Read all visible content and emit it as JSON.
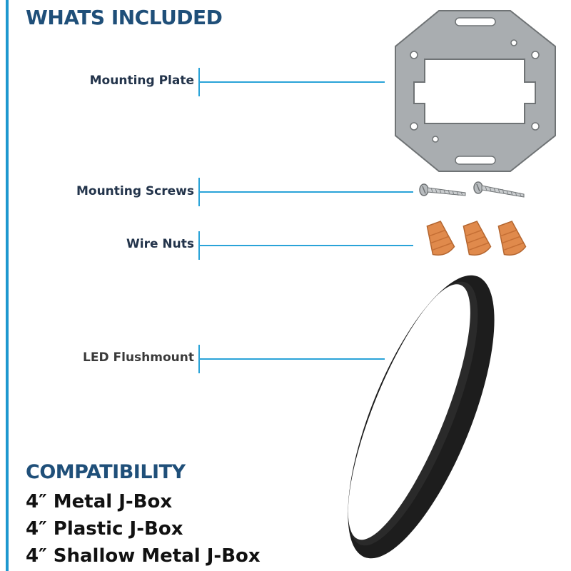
{
  "title": "WHATS INCLUDED",
  "parts": {
    "mounting_plate": "Mounting Plate",
    "mounting_screws": "Mounting Screws",
    "wire_nuts": "Wire Nuts",
    "led_flushmount": "LED Flushmount"
  },
  "compatibility": {
    "heading": "COMPATIBILITY",
    "items": [
      "4″ Metal J-Box",
      "4″ Plastic J-Box",
      "4″ Shallow Metal J-Box"
    ]
  },
  "colors": {
    "accent_blue": "#1e98cf",
    "heading_navy": "#1f4f79",
    "plate_gray": "#a9adb0",
    "wire_nut_orange": "#e08a4c",
    "fixture_black": "#1d1d1d"
  },
  "icons": [
    "mounting-plate-image",
    "screw-image",
    "wire-nut-image",
    "led-flushmount-image"
  ]
}
